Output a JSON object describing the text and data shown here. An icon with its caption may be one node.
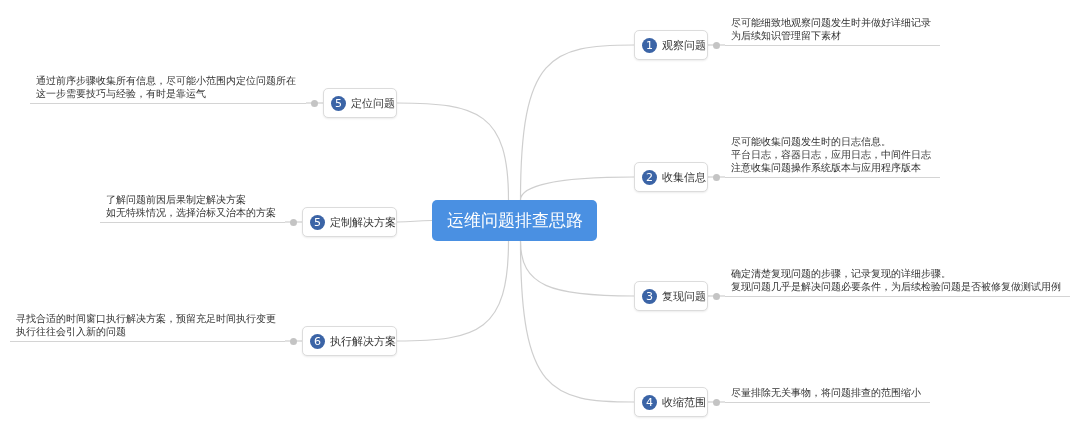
{
  "diagram": {
    "nodes": [
      {
        "text": [
          "运维问题排查思路"
        ]
      },
      {
        "text": [
          "1",
          "观察问题"
        ]
      },
      {
        "text": [
          "尽可能细致地观察问题发生时并做好详细记录",
          "为后续知识管理留下素材"
        ]
      },
      {
        "text": [
          "2",
          "收集信息"
        ]
      },
      {
        "text": [
          "尽可能收集问题发生时的日志信息。",
          "平台日志，容器日志，应用日志，中间件日志",
          "注意收集问题操作系统版本与应用程序版本"
        ]
      },
      {
        "text": [
          "3",
          "复现问题"
        ]
      },
      {
        "text": [
          "确定清楚复现问题的步骤，记录复现的详细步骤。",
          "复现问题几乎是解决问题必要条件，为后续检验问题是否被修复做测试用例"
        ]
      },
      {
        "text": [
          "4",
          "收缩范围"
        ]
      },
      {
        "text": [
          "尽量排除无关事物，将问题排查的范围缩小"
        ]
      },
      {
        "text": [
          "5",
          "定位问题"
        ]
      },
      {
        "text": [
          "通过前序步骤收集所有信息，尽可能小范围内定位问题所在",
          "这一步需要技巧与经验，有时是靠运气"
        ]
      },
      {
        "text": [
          "5",
          "定制解决方案"
        ]
      },
      {
        "text": [
          "了解问题前因后果制定解决方案",
          "如无特殊情况，选择治标又治本的方案"
        ]
      },
      {
        "text": [
          "6",
          "执行解决方案"
        ]
      },
      {
        "text": [
          "寻找合适的时间窗口执行解决方案，预留充足时间执行变更",
          "执行往往会引入新的问题"
        ]
      }
    ],
    "edges": [
      {
        "from": 0,
        "to": 1,
        "arrow": "none"
      },
      {
        "from": 0,
        "to": 3,
        "arrow": "none"
      },
      {
        "from": 0,
        "to": 5,
        "arrow": "none"
      },
      {
        "from": 0,
        "to": 7,
        "arrow": "none"
      },
      {
        "from": 0,
        "to": 9,
        "arrow": "none"
      },
      {
        "from": 0,
        "to": 11,
        "arrow": "none"
      },
      {
        "from": 0,
        "to": 13,
        "arrow": "none"
      },
      {
        "from": 1,
        "to": 2,
        "arrow": "none"
      },
      {
        "from": 3,
        "to": 4,
        "arrow": "none"
      },
      {
        "from": 5,
        "to": 6,
        "arrow": "none"
      },
      {
        "from": 7,
        "to": 8,
        "arrow": "none"
      },
      {
        "from": 9,
        "to": 10,
        "arrow": "none"
      },
      {
        "from": 11,
        "to": 12,
        "arrow": "none"
      },
      {
        "from": 13,
        "to": 14,
        "arrow": "none"
      }
    ]
  }
}
